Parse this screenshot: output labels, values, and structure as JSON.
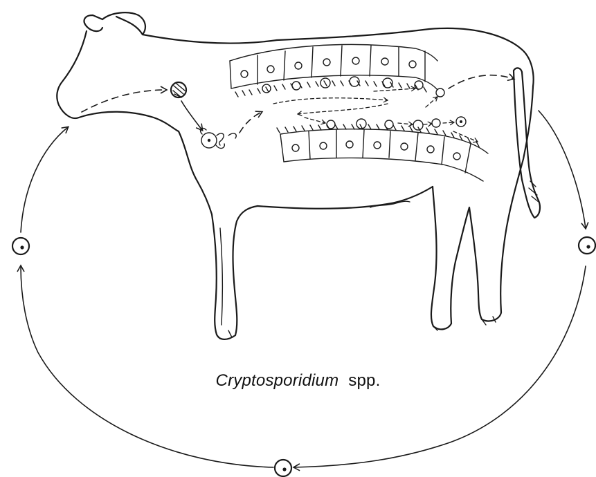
{
  "caption": {
    "genus": "Cryptosporidium",
    "abbrev": "spp."
  },
  "colors": {
    "ink": "#1a1a1a",
    "background": "#ffffff"
  },
  "icons": {
    "oocyst": "circle-with-dot",
    "arrow": "open-arrowhead"
  }
}
